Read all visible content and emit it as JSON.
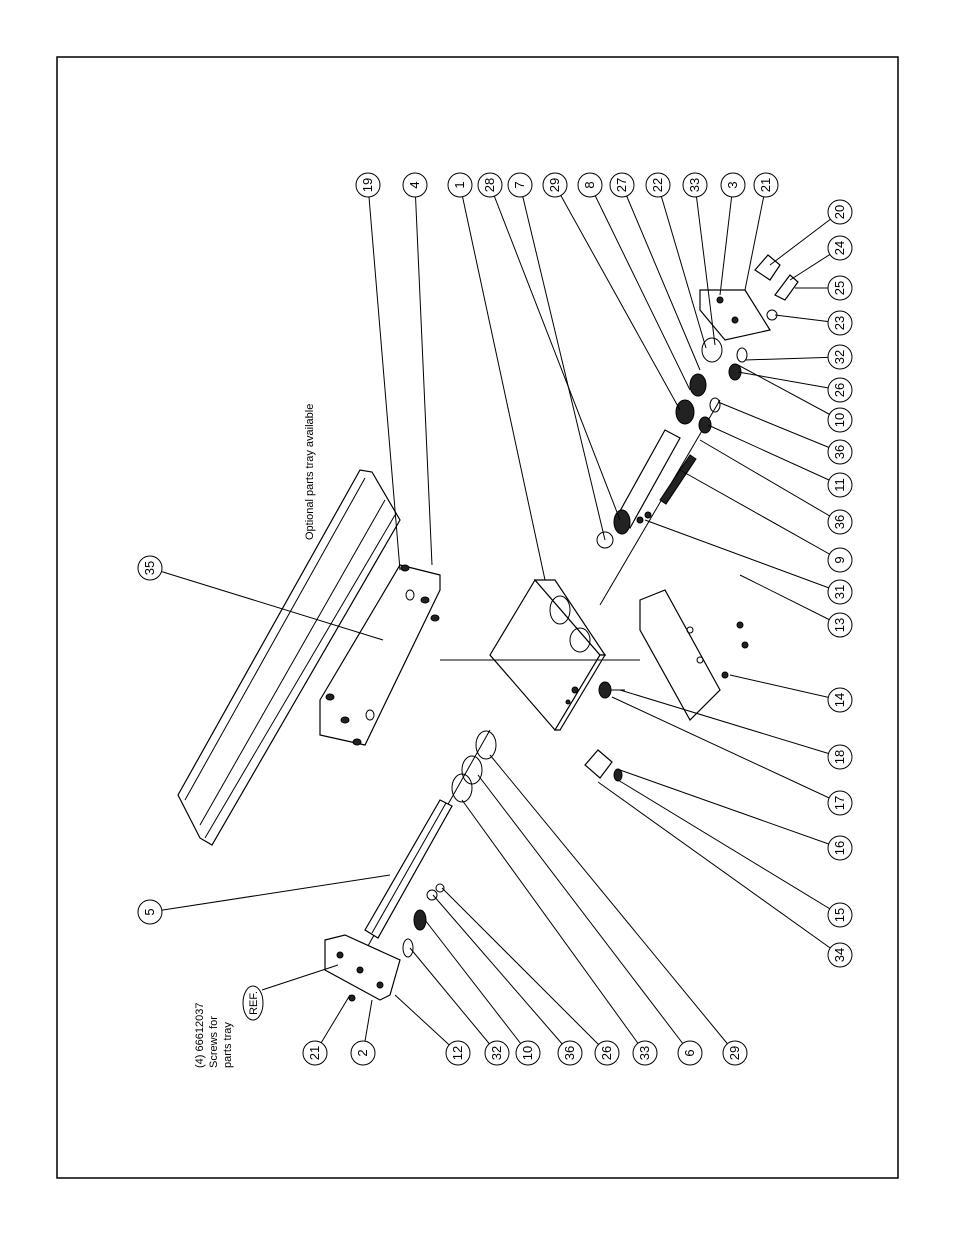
{
  "figure": {
    "note_tray": "Optional parts tray available",
    "note_screws_line1": "(4) 66612037",
    "note_screws_line2": "Screws for",
    "note_screws_line3": "parts tray",
    "ref_label": "REF."
  },
  "callouts": [
    "19",
    "4",
    "1",
    "28",
    "7",
    "29",
    "8",
    "27",
    "22",
    "33",
    "3",
    "21",
    "20",
    "24",
    "25",
    "23",
    "32",
    "26",
    "10",
    "36",
    "11",
    "36",
    "9",
    "31",
    "13",
    "14",
    "18",
    "17",
    "16",
    "15",
    "34",
    "35",
    "5",
    "21",
    "2",
    "12",
    "32",
    "10",
    "36",
    "26",
    "33",
    "6",
    "29"
  ]
}
